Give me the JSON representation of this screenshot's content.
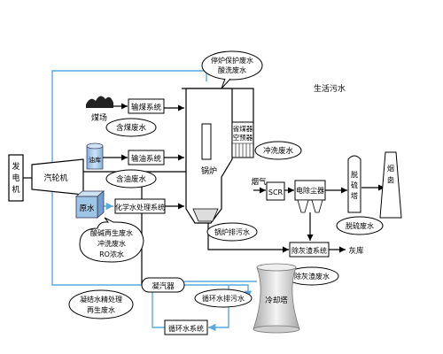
{
  "generator": {
    "line1": "发",
    "line2": "电",
    "line3": "机"
  },
  "turbine": "汽轮机",
  "coal_yard": "煤场",
  "coal_system": "输煤系统",
  "coal_wastewater": "含煤废水",
  "oil_tank": "油库",
  "oil_system": "输油系统",
  "oil_wastewater": "含油废水",
  "raw_water": "原水",
  "chem_system": "化学水处理系统",
  "chem_wastewater": {
    "line1": "酸碱再生废水",
    "line2": "冲洗废水",
    "line3": "RO浓水"
  },
  "boiler": "锅炉",
  "boiler_top_wastewater": {
    "line1": "停炉保护废水",
    "line2": "酸洗废水"
  },
  "air_preheater": {
    "line1": "省煤器",
    "line2": "空预器"
  },
  "flush_wastewater": "冲洗废水",
  "boiler_drain": "锅炉排污水",
  "flue_gas": "烟气",
  "scr": "SCR",
  "esp": "电除尘器",
  "desulf_tower": {
    "line1": "脱",
    "line2": "硫",
    "line3": "塔"
  },
  "chimney": {
    "line1": "烟",
    "line2": "囱"
  },
  "desulf_wastewater": "脱硫废水",
  "domestic_sewage": "生活污水",
  "ash_system": "除灰渣系统",
  "ash_yard": "灰库",
  "ash_wastewater": "除灰渣废水",
  "condenser": "凝汽器",
  "condensate_wastewater": {
    "line1": "凝结水精处理",
    "line2": "再生废水"
  },
  "cooling_drain": "循环水排污水",
  "cooling_tower": "冷却塔",
  "cooling_system": "循环水系统",
  "colors": {
    "blue_line": "#5aa9dc",
    "black_line": "#000000",
    "box_fill": "#ffffff",
    "tank_fill": "#9ec4e6"
  }
}
